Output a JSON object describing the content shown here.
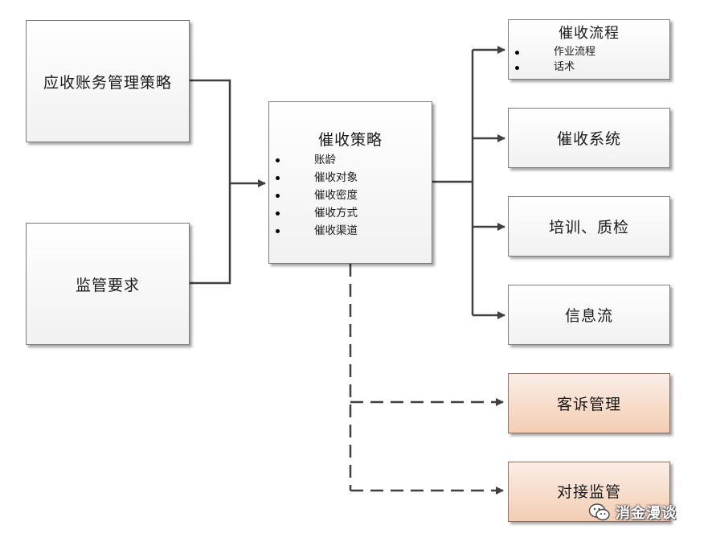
{
  "diagram": {
    "inputs": {
      "receivables_policy": "应收账务管理策略",
      "regulatory": "监管要求"
    },
    "center": {
      "title": "催收策略",
      "items": [
        "账龄",
        "催收对象",
        "催收密度",
        "催收方式",
        "催收渠道"
      ]
    },
    "outputs": {
      "process": {
        "title": "催收流程",
        "items": [
          "作业流程",
          "话术"
        ]
      },
      "system": "催收系统",
      "training": "培训、质检",
      "info": "信息流",
      "complaints": "客诉管理",
      "supervision": "对接监管"
    }
  },
  "watermark": {
    "text": "消金漫谈",
    "icon": "wechat-icon"
  },
  "colors": {
    "line": "#404040",
    "accent_box": "#f3cdb3"
  }
}
